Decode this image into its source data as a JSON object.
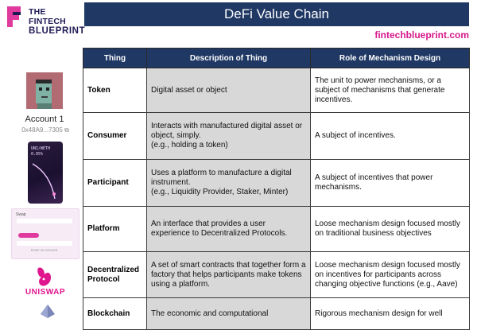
{
  "brand": {
    "line1": "THE FINTECH",
    "line2": "BLUEPRINT",
    "colors": {
      "navy": "#1f3864",
      "magenta": "#d6178a",
      "logo_mark": "#e03a9e"
    }
  },
  "header": {
    "title": "DeFi Value Chain",
    "site": "fintechblueprint.com"
  },
  "wallet": {
    "account_name": "Account 1",
    "address": "0x48A9...7305"
  },
  "nft": {
    "pair": "UNI/WETH",
    "percent": "0.05%"
  },
  "swap": {
    "label": "Swap",
    "enter": "Enter an amount"
  },
  "uniswap": {
    "label": "UNISWAP"
  },
  "table": {
    "headers": [
      "Thing",
      "Description of Thing",
      "Role of Mechanism Design"
    ],
    "rows": [
      {
        "thing": "Token",
        "desc": "Digital asset or object",
        "role": "The unit to power mechanisms, or a subject of mechanisms that generate incentives."
      },
      {
        "thing": "Consumer",
        "desc": "Interacts with manufactured digital asset or object, simply.\n(e.g., holding a token)",
        "role": "A subject of incentives."
      },
      {
        "thing": "Participant",
        "desc": "Uses a platform  to manufacture a digital instrument.\n(e.g., Liquidity Provider, Staker, Minter)",
        "role": "A subject of incentives that power mechanisms."
      },
      {
        "thing": "Platform",
        "desc": "An interface that provides a user experience to Decentralized Protocols.",
        "role": "Loose mechanism design focused mostly on traditional business objectives"
      },
      {
        "thing": "Decentralized Protocol",
        "desc": "A set of smart contracts that together form a factory that helps participants make tokens using a platform.",
        "role": "Loose mechanism design focused mostly on incentives for participants across changing objective functions (e.g., Aave)"
      },
      {
        "thing": "Blockchain",
        "desc": "The economic and computational",
        "role": "Rigorous mechanism design for well"
      }
    ]
  }
}
